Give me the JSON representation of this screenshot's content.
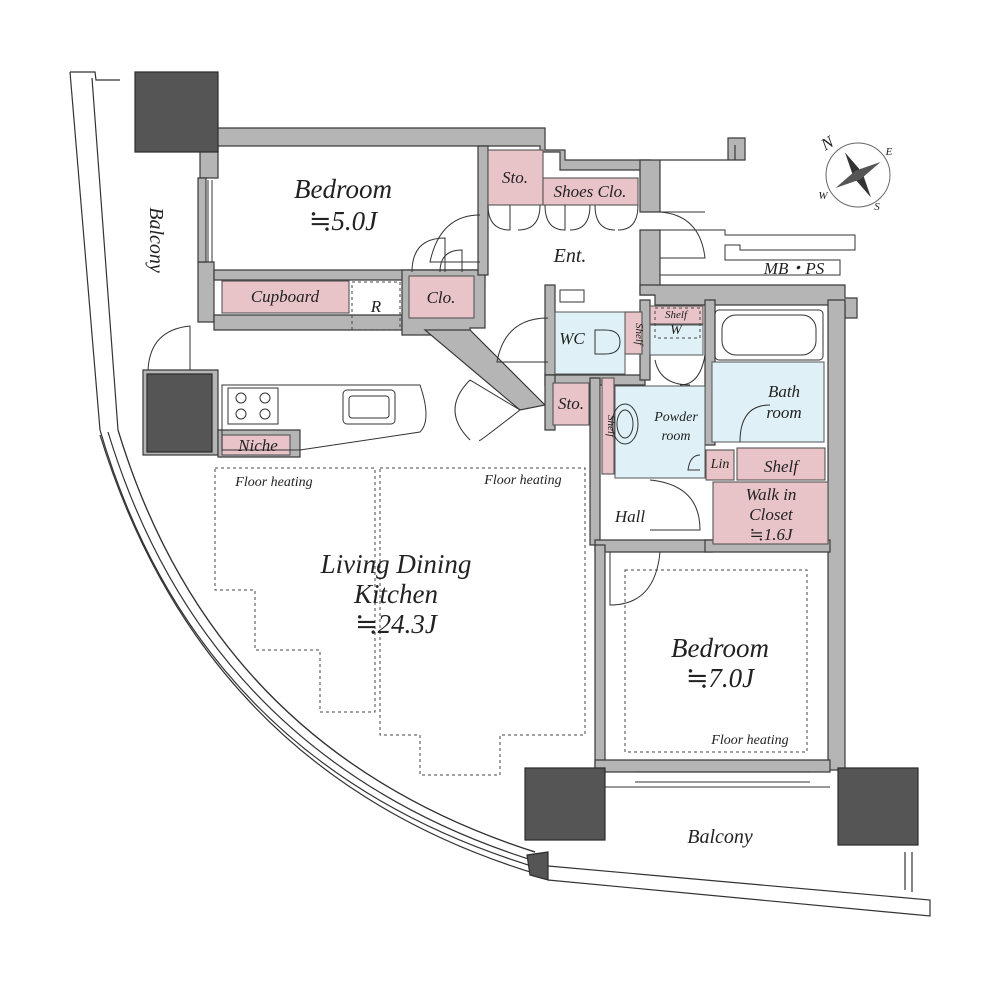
{
  "rooms": {
    "bedroom_north": {
      "name": "Bedroom",
      "size": "≒5.0J"
    },
    "bedroom_south": {
      "name": "Bedroom",
      "size": "≒7.0J"
    },
    "ldk": {
      "name_line1": "Living Dining",
      "name_line2": "Kitchen",
      "size": "≒24.3J"
    },
    "entrance": "Ent.",
    "hall": "Hall",
    "wc": "WC",
    "powder_room": {
      "line1": "Powder",
      "line2": "room"
    },
    "bath_room": {
      "line1": "Bath",
      "line2": "room"
    },
    "walk_in_closet": {
      "line1": "Walk in",
      "line2": "Closet",
      "size": "≒1.6J"
    },
    "mb_ps": "MB・PS"
  },
  "storage": {
    "sto_entrance": "Sto.",
    "shoes_closet": "Shoes Clo.",
    "closet": "Clo.",
    "cupboard": "Cupboard",
    "refrigerator": "R",
    "niche": "Niche",
    "sto_hall": "Sto.",
    "shelf_wc": "Shelf",
    "shelf_bath": "Shelf",
    "shelf_washer": "Shelf",
    "washer": "W",
    "linen": "Lin",
    "shelf_closet": "Shelf"
  },
  "balconies": {
    "west": "Balcony",
    "south": "Balcony"
  },
  "floor_heating": {
    "ldk_left": "Floor heating",
    "ldk_right": "Floor heating",
    "bedroom": "Floor heating"
  },
  "compass": {
    "north": "N",
    "east": "E",
    "south": "S",
    "west": "W"
  },
  "colors": {
    "storage_fill": "#e8c3c8",
    "wet_area_fill": "#dff1f6",
    "wall_fill": "#b5b5b5",
    "column_fill": "#555555"
  }
}
